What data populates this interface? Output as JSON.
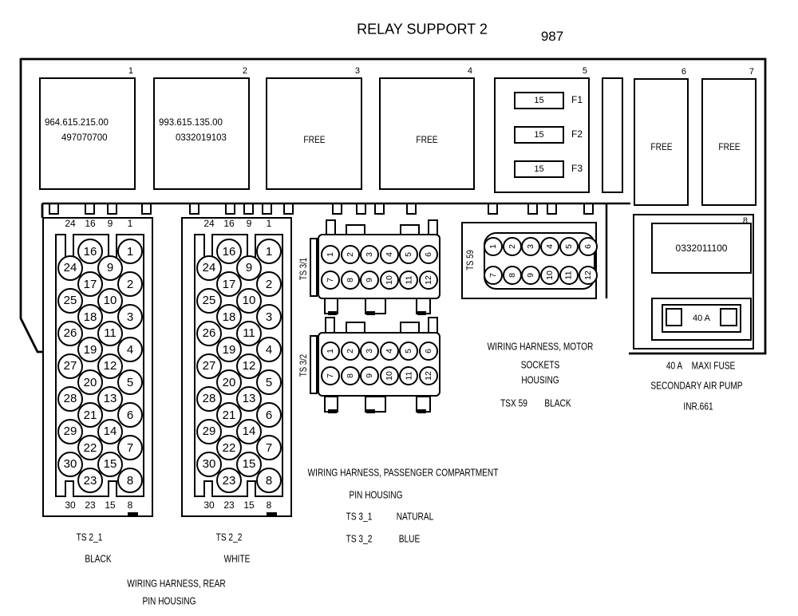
{
  "title": "RELAY SUPPORT 2",
  "model": "987",
  "relays": {
    "r1": {
      "num": "1",
      "line1": "964.615.215.00",
      "line2": "497070700"
    },
    "r2": {
      "num": "2",
      "line1": "993.615.135.00",
      "line2": "0332019103"
    },
    "r3": {
      "num": "3",
      "label": "FREE"
    },
    "r4": {
      "num": "4",
      "label": "FREE"
    },
    "r5": {
      "num": "5",
      "fuses": [
        {
          "amps": "15",
          "name": "F1"
        },
        {
          "amps": "15",
          "name": "F2"
        },
        {
          "amps": "15",
          "name": "F3"
        }
      ]
    },
    "r6": {
      "num": "6",
      "label": "FREE"
    },
    "r7": {
      "num": "7",
      "label": "FREE"
    },
    "r8": {
      "num": "8",
      "part": "0332011100",
      "fuse_amps": "40 A"
    }
  },
  "connectors": {
    "ts2_top_labels": [
      "24",
      "16",
      "9",
      "1"
    ],
    "ts2_bottom_labels": [
      "30",
      "23",
      "15",
      "8"
    ],
    "ts2_pin_rows": [
      [
        16,
        1
      ],
      [
        24,
        9
      ],
      [
        17,
        2
      ],
      [
        25,
        10
      ],
      [
        18,
        3
      ],
      [
        26,
        11
      ],
      [
        19,
        4
      ],
      [
        27,
        12
      ],
      [
        20,
        5
      ],
      [
        28,
        13
      ],
      [
        21,
        6
      ],
      [
        29,
        14
      ],
      [
        22,
        7
      ],
      [
        30,
        15
      ],
      [
        23,
        8
      ]
    ],
    "ts12_top": [
      1,
      2,
      3,
      4,
      5,
      6
    ],
    "ts12_bottom": [
      7,
      8,
      9,
      10,
      11,
      12
    ],
    "ts3_1_label": "TS 3/1",
    "ts3_2_label": "TS 3/2",
    "ts59_label": "TS 59"
  },
  "notes": {
    "rear": {
      "c1_name": "TS 2_1",
      "c1_color": "BLACK",
      "c2_name": "TS 2_2",
      "c2_color": "WHITE",
      "line1": "WIRING HARNESS, REAR",
      "line2": "PIN HOUSING"
    },
    "passenger": {
      "line1": "WIRING HARNESS, PASSENGER COMPARTMENT",
      "line2": "PIN HOUSING",
      "row1_name": "TS 3_1",
      "row1_color": "NATURAL",
      "row2_name": "TS 3_2",
      "row2_color": "BLUE"
    },
    "motor": {
      "line1": "WIRING HARNESS, MOTOR",
      "line2": "SOCKETS",
      "line3": "HOUSING",
      "name": "TSX 59",
      "color": "BLACK"
    },
    "maxi_fuse": {
      "line1a": "40 A",
      "line1b": "MAXI FUSE",
      "line2": "SECONDARY AIR PUMP",
      "line3": "INR.661"
    }
  },
  "colors": {
    "line": "#000000",
    "bg": "#ffffff"
  }
}
